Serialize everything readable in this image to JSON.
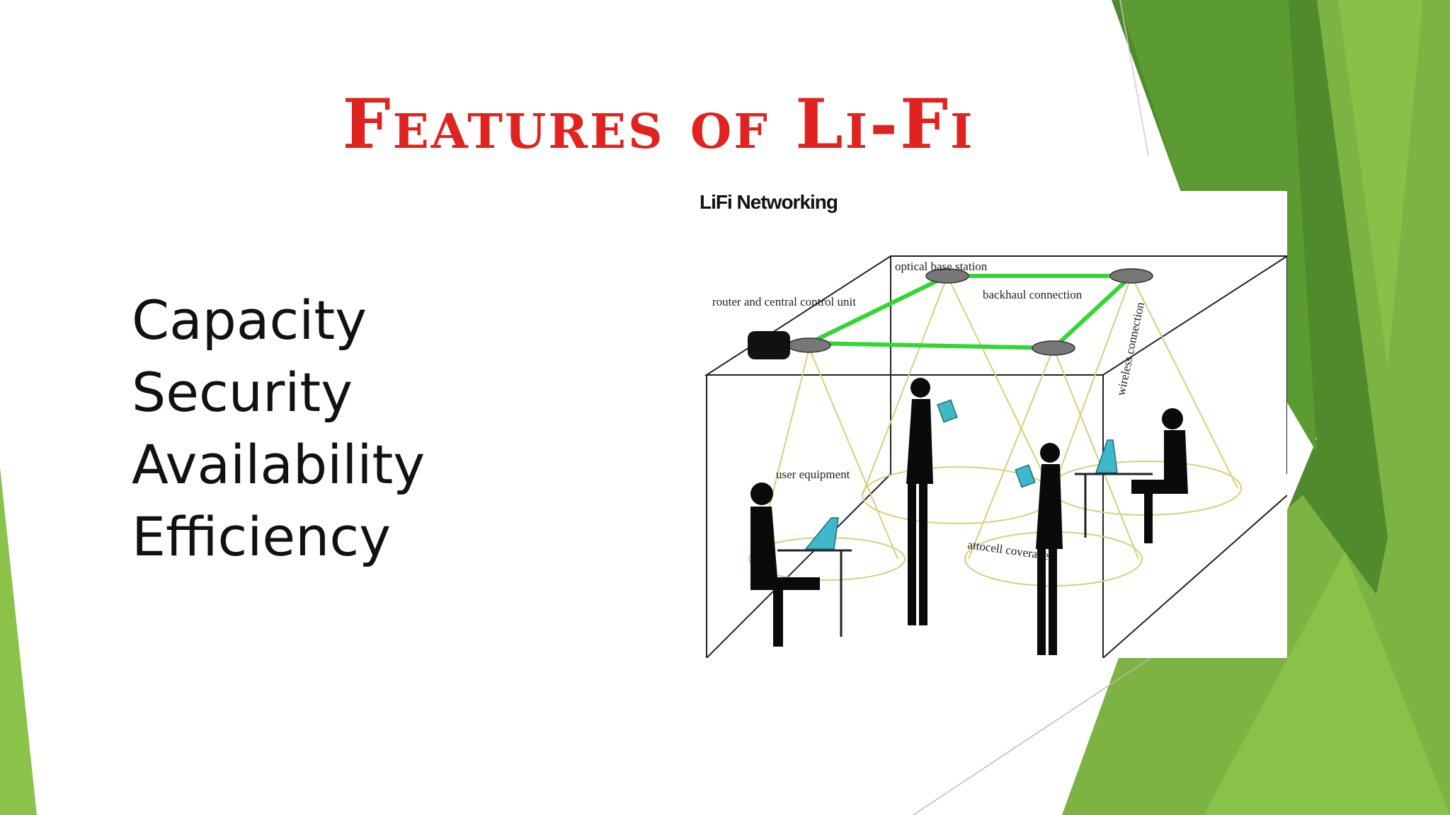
{
  "slide": {
    "title": "Features of Li-Fi",
    "bullets": [
      "Capacity",
      "Security",
      "Availability",
      "Efficiency"
    ]
  },
  "figure": {
    "title": "LiFi Networking",
    "labels": {
      "optical_base_station": "optical base station",
      "router": "router and central control unit",
      "backhaul": "backhaul connection",
      "wireless": "wireless connection",
      "user_equipment": "user equipment",
      "coverage": "attocell coverage"
    }
  },
  "colors": {
    "title": "#e0231f",
    "text": "#111111",
    "green_dark": "#4f8a2c",
    "green_mid": "#6aa83a",
    "green_light": "#8bc34a",
    "link_green": "#33d633",
    "cone": "#d8cf7a"
  },
  "icons": [
    "person-silhouette",
    "laptop",
    "tablet",
    "router-box",
    "light-fixture"
  ]
}
